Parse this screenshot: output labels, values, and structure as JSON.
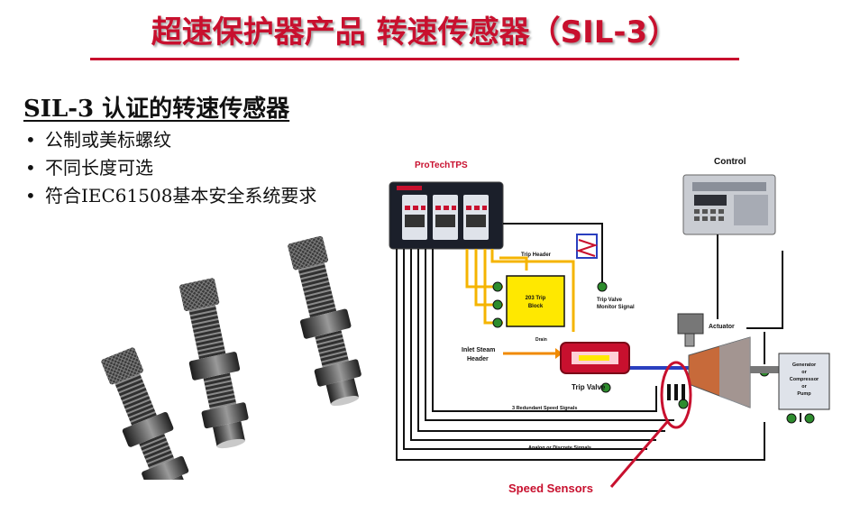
{
  "header": {
    "title": "超速保护器产品 转速传感器（SIL-3）"
  },
  "intro": {
    "subtitle": "SIL-3 认证的转速传感器",
    "bullets": [
      "公制或美标螺纹",
      "不同长度可选",
      "符合IEC61508基本安全系统要求"
    ]
  },
  "diagram": {
    "protech_label": "ProTechTPS",
    "control_label": "Control",
    "trip_header": "Trip Header",
    "trip_block": [
      "203 Trip",
      "Block"
    ],
    "trip_valve_monitor": [
      "Trip Valve",
      "Monitor Signal"
    ],
    "actuator": "Actuator",
    "inlet_steam": [
      "Inlet Steam",
      "Header"
    ],
    "drain": "Drain",
    "trip_valve": "Trip Valve",
    "redundant_signals": "3 Redundant Speed Signals",
    "analog_signals": "Analog or Discrete Signals",
    "driven_equipment": [
      "Generator",
      "or",
      "Compressor",
      "or",
      "Pump"
    ],
    "speed_sensors": "Speed Sensors",
    "colors": {
      "accent_red": "#c8102e",
      "wire_yellow": "#f5b400",
      "steam_blue": "#2a3fbf"
    }
  }
}
